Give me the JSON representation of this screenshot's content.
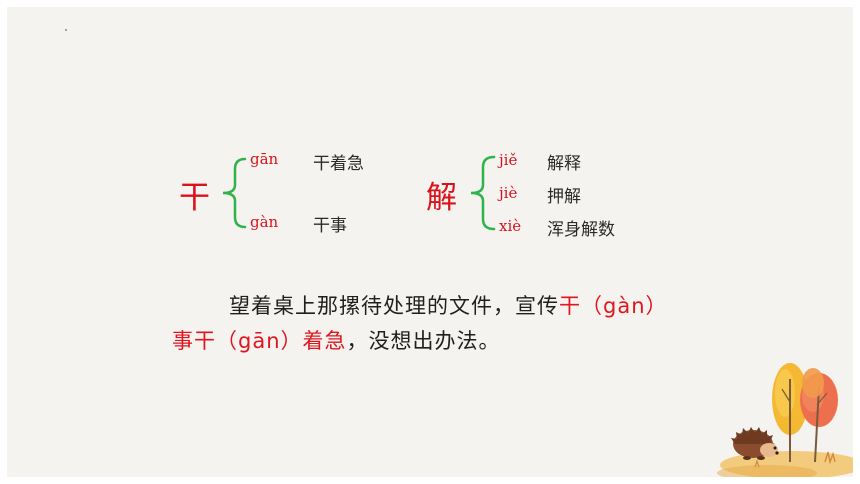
{
  "left_group": {
    "char": "干",
    "readings": [
      {
        "pinyin": "gān",
        "meaning": "干着急"
      },
      {
        "pinyin": "gàn",
        "meaning": "干事"
      }
    ]
  },
  "right_group": {
    "char": "解",
    "readings": [
      {
        "pinyin": "jiě",
        "meaning": "解释"
      },
      {
        "pinyin": "jiè",
        "meaning": "押解"
      },
      {
        "pinyin": "xiè",
        "meaning": "浑身解数"
      }
    ]
  },
  "sentence": {
    "part1": "望着桌上那摞待处理的文件，宣传",
    "highlight1": "干（gàn）",
    "highlight2": "事干（gān）着急",
    "part2": "，没想出办法。"
  },
  "colors": {
    "accent_red": "#d9121c",
    "bracket_green": "#2fb34a",
    "background": "#f5f3ef"
  }
}
